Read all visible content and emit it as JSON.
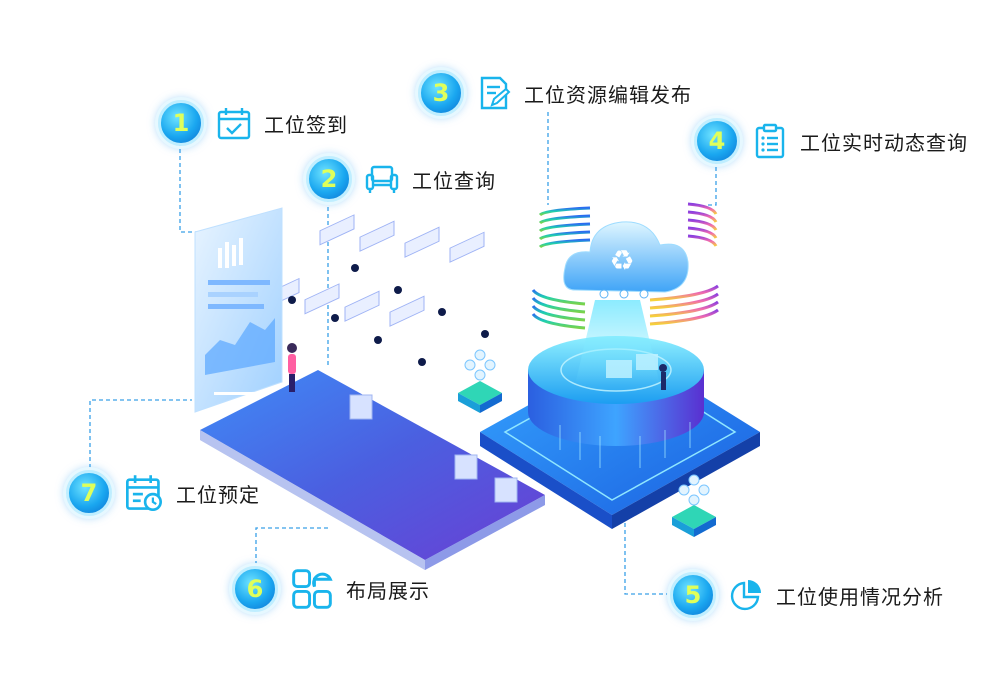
{
  "features": [
    {
      "num": "1",
      "label": "工位签到",
      "icon": "calendar-check-icon"
    },
    {
      "num": "2",
      "label": "工位查询",
      "icon": "sofa-icon"
    },
    {
      "num": "3",
      "label": "工位资源编辑发布",
      "icon": "edit-document-icon"
    },
    {
      "num": "4",
      "label": "工位实时动态查询",
      "icon": "clipboard-list-icon"
    },
    {
      "num": "5",
      "label": "工位使用情况分析",
      "icon": "pie-chart-icon"
    },
    {
      "num": "6",
      "label": "布局展示",
      "icon": "layout-grid-icon"
    },
    {
      "num": "7",
      "label": "工位预定",
      "icon": "calendar-clock-icon"
    }
  ],
  "colors": {
    "accent": "#1aa7f0",
    "number_text": "#dfff5a",
    "icon_stroke": "#19b4ec",
    "label_text": "#1a1a1a",
    "platform_purple": "#5a3fd8",
    "platform_blue": "#2a8ff5"
  }
}
